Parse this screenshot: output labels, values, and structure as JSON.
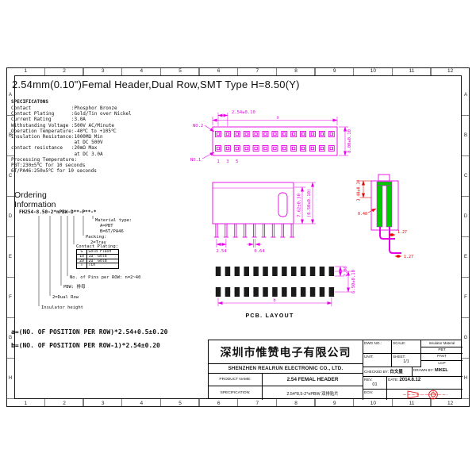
{
  "page": {
    "title": "2.54mm(0.10\")Femal Header,Dual Row,SMT Type H=8.50(Y)"
  },
  "zones": {
    "top": [
      "1",
      "2",
      "3",
      "4",
      "5",
      "6",
      "7",
      "8",
      "9",
      "10",
      "11",
      "12"
    ],
    "bottom": [
      "1",
      "2",
      "3",
      "4",
      "5",
      "6",
      "7",
      "8",
      "9",
      "10",
      "11",
      "12"
    ],
    "left": [
      "A",
      "B",
      "C",
      "D",
      "E",
      "F",
      "G",
      "H"
    ],
    "right": [
      "A",
      "B",
      "C",
      "D",
      "E",
      "F",
      "G",
      "H"
    ]
  },
  "specs": {
    "heading": "SPECIFICATONS",
    "lines": [
      "Contact              :Phosphor Bronze",
      "Contact Plating      :Gold/Tin over Nickel",
      "Current Rating       :3.0A",
      "Withstanding Voltage :500V AC/Minute",
      "Operation Temperature:-40℃ to +105℃",
      "Insulation Resistance:1000MΩ Min",
      "                      at DC 500V",
      "contact resistance   :20mΩ Max",
      "                      at DC 3.0A",
      "Processing Temperature:",
      "PBT:230±5℃ for 10 seconds",
      "6T/PA46:250±5℃ for 10 seconds"
    ]
  },
  "ordering": {
    "heading_line1": "Ordering",
    "heading_line2": "Information",
    "part_number": "FH254-8.50-2*nPBW-D**-P**-*",
    "material_label": "Material type:",
    "material_options": [
      "A=PBT",
      "B=6T/PA46"
    ],
    "packing_label": "Packing:",
    "packing_option": "2=Tray",
    "plating_label": "Contact Plating:",
    "plating_table": [
      [
        "G",
        "Gold Flash"
      ],
      [
        "1U",
        "1u\" Gold"
      ],
      [
        "2U",
        "2u\" Gold"
      ],
      [
        "T",
        "Tin"
      ]
    ],
    "pins_label": "No. of Pins per ROW: n=2~40",
    "series_label": "PBW: 排母",
    "row_label": "2=Dual Row",
    "height_label": "Insulator height"
  },
  "formulas": {
    "a": "a=(NO. OF POSITION PER ROW)*2.54+0.5±0.20",
    "b": "b=(NO. OF POSITION PER ROW-1)*2.54±0.20"
  },
  "drawings": {
    "top_view": {
      "pitch": "2.54±0.10",
      "overall": "a",
      "depth": "8.00±0.10",
      "pin2_label": "NO.2",
      "pin1_label": "NO.1",
      "pin_numbers": [
        "1",
        "3",
        "5"
      ]
    },
    "side_view": {
      "height_inner": "7.62±0.30",
      "height_overall": "(8.50±0.10)",
      "pitch": "2.54",
      "pin_width": "0.64"
    },
    "section_view": {
      "contact_depth": "3.40±0.30",
      "lead_thickness": "0.40",
      "foot_upper": "1.27",
      "foot_lower": "1.27"
    },
    "pcb": {
      "label": "PCB. LAYOUT",
      "pad_length": "2.00",
      "row_span": "6.50±0.10",
      "span": "b"
    }
  },
  "title_block": {
    "company_cn": "深圳市惟赞电子有限公司",
    "company_en": "SHENZHEN REALRUN ELECTRONIC CO., LTD.",
    "product_label": "PRODUCT NAME:",
    "product_value": "2.54 FEMAL HEADER",
    "spec_label": "SPECIFICATION:",
    "spec_value": "2.54*8.5-2*nPBW 双排贴片",
    "dwg_label": "DWG NO.:",
    "unit_label": "UNIT:",
    "scale_label": "SCALE:",
    "sheet_label": "SHEET:",
    "sheet_value": "1/1",
    "checked_label": "CHECKED BY:",
    "checked_value": "白文星",
    "drawn_label": "DRAWN BY:",
    "drawn_value": "MIKEL",
    "rev_label": "REV:",
    "rev_value": "01",
    "date_label": "DATE:",
    "date_value": "2014.8.12",
    "ecn_label": "ECN:",
    "insulator_header": "Insulator Materal",
    "insulator_rows": [
      "PBT",
      "PA6T",
      "LCP"
    ]
  },
  "colors": {
    "drawing": "#e800e8",
    "dimension_red": "#e60000",
    "contact_green": "#00c800"
  }
}
